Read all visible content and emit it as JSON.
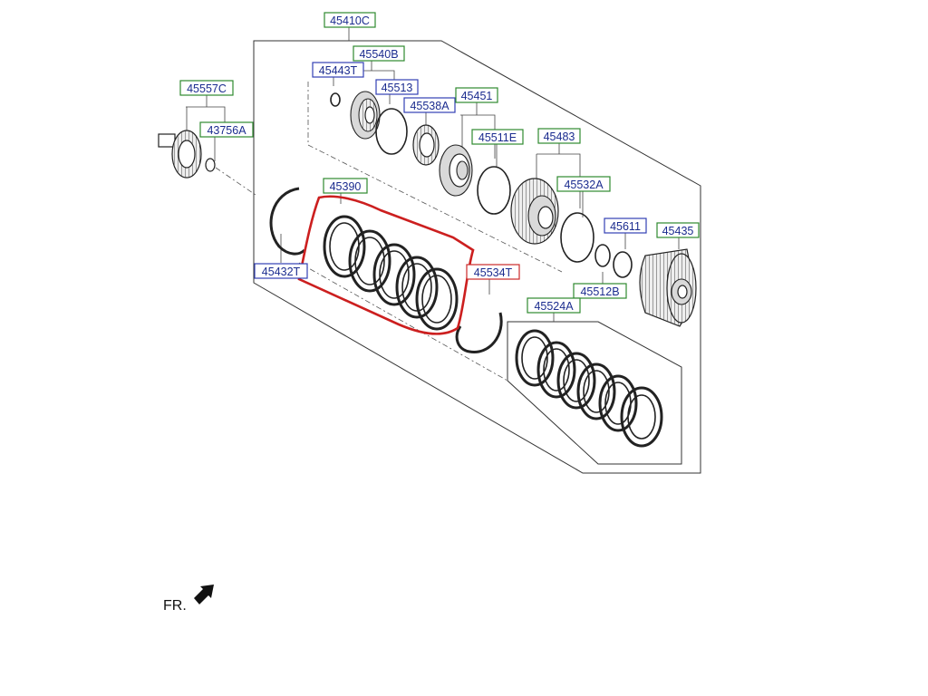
{
  "diagram": {
    "labels": [
      {
        "id": "45410C",
        "text": "45410C",
        "style": "g"
      },
      {
        "id": "45540B",
        "text": "45540B",
        "style": "g"
      },
      {
        "id": "45443T",
        "text": "45443T",
        "style": "b"
      },
      {
        "id": "45513",
        "text": "45513",
        "style": "b"
      },
      {
        "id": "45557C",
        "text": "45557C",
        "style": "g"
      },
      {
        "id": "45538A",
        "text": "45538A",
        "style": "b"
      },
      {
        "id": "45451",
        "text": "45451",
        "style": "g"
      },
      {
        "id": "43756A",
        "text": "43756A",
        "style": "g"
      },
      {
        "id": "45511E",
        "text": "45511E",
        "style": "g"
      },
      {
        "id": "45483",
        "text": "45483",
        "style": "g"
      },
      {
        "id": "45390",
        "text": "45390",
        "style": "g"
      },
      {
        "id": "45532A",
        "text": "45532A",
        "style": "g"
      },
      {
        "id": "45611",
        "text": "45611",
        "style": "b"
      },
      {
        "id": "45435",
        "text": "45435",
        "style": "g"
      },
      {
        "id": "45432T",
        "text": "45432T",
        "style": "b"
      },
      {
        "id": "45534T",
        "text": "45534T",
        "style": "r"
      },
      {
        "id": "45512B",
        "text": "45512B",
        "style": "g"
      },
      {
        "id": "45524A",
        "text": "45524A",
        "style": "g"
      }
    ],
    "front_marker": "FR.",
    "colors": {
      "green_box": "#2f8a2f",
      "blue_box": "#3340b5",
      "red_box": "#cc2a2a",
      "highlight": "#cc1f1f",
      "text": "#1b2c8f"
    }
  }
}
